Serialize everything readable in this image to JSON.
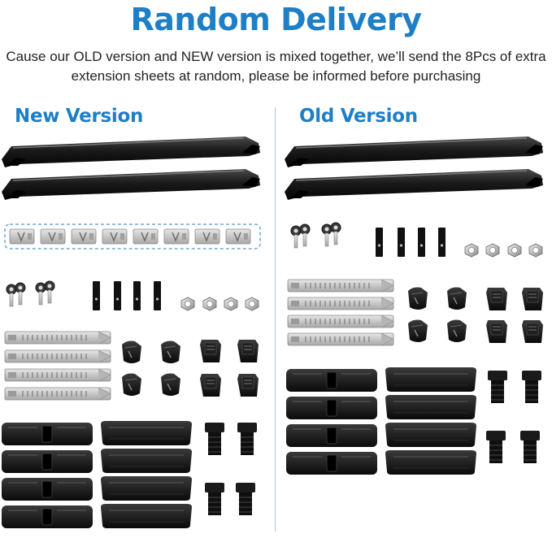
{
  "header": {
    "title": "Random Delivery",
    "subtitle_line1": "Cause our OLD version and NEW version is mixed together, we’ll send the 8Pcs of extra",
    "subtitle_line2": "extension sheets at random, please be informed before purchasing"
  },
  "columns": {
    "left_label": "New Version",
    "right_label": "Old Version"
  },
  "colors": {
    "accent": "#1e7fc6",
    "divider": "#9cc9e8",
    "part_dark": "#141414",
    "part_metal": "#c8c8c8",
    "dashed_box": "#6fa8d6"
  },
  "icons": {
    "keys": "key-icon",
    "nuts": "hex-nut-icon",
    "bars": "crossbar-icon"
  }
}
